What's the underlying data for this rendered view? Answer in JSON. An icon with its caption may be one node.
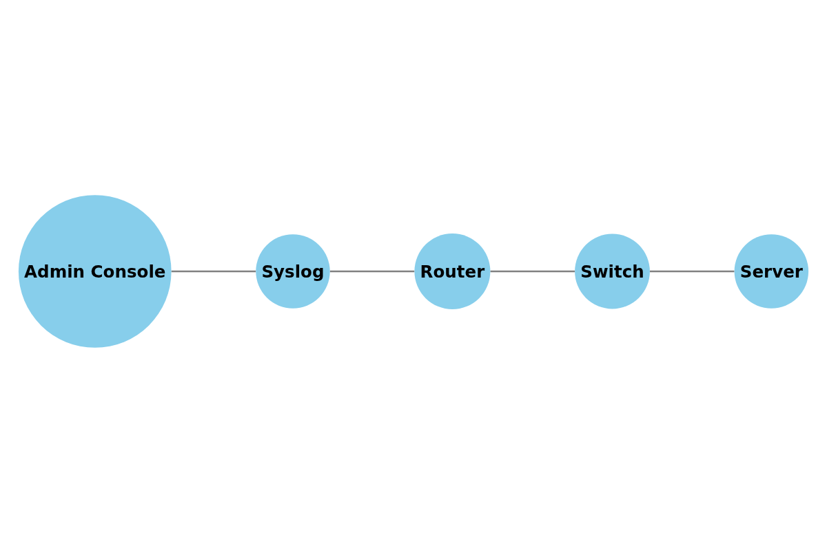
{
  "diagram": {
    "nodes": [
      {
        "text": [
          "Admin Console"
        ]
      },
      {
        "text": [
          "Syslog"
        ]
      },
      {
        "text": [
          "Router"
        ]
      },
      {
        "text": [
          "Switch"
        ]
      },
      {
        "text": [
          "Server"
        ]
      }
    ],
    "edges": [
      {
        "from": 0,
        "to": 1,
        "arrow": "none"
      },
      {
        "from": 1,
        "to": 2,
        "arrow": "none"
      },
      {
        "from": 2,
        "to": 3,
        "arrow": "none"
      },
      {
        "from": 3,
        "to": 4,
        "arrow": "none"
      }
    ]
  }
}
